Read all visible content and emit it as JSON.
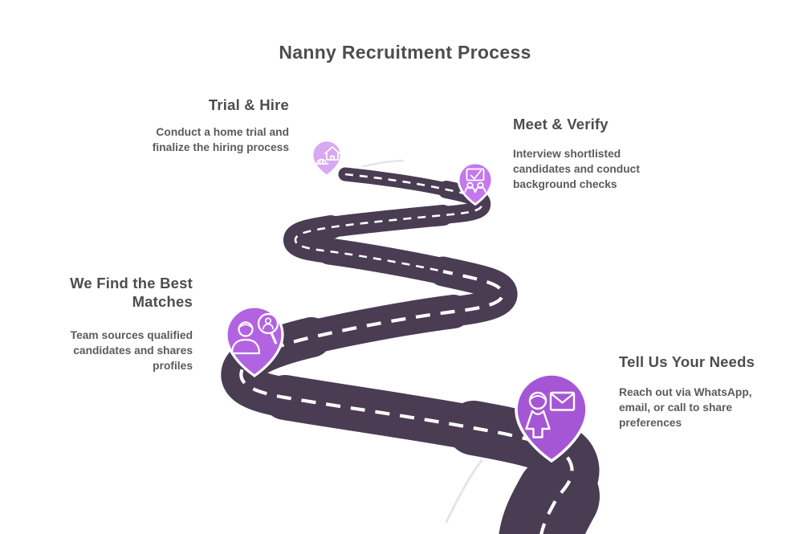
{
  "title": "Nanny Recruitment Process",
  "steps": [
    {
      "heading": "Tell Us Your Needs",
      "body": "Reach out via WhatsApp,\nemail, or call to share\npreferences",
      "pin_color": "#a556d4",
      "icon": "contact-icon"
    },
    {
      "heading": "We Find the Best\nMatches",
      "body": "Team sources qualified\ncandidates and shares\nprofiles",
      "pin_color": "#b263e2",
      "icon": "candidate-search-icon"
    },
    {
      "heading": "Meet & Verify",
      "body": "Interview shortlisted\ncandidates and conduct\nbackground checks",
      "pin_color": "#c478ec",
      "icon": "interview-check-icon"
    },
    {
      "heading": "Trial & Hire",
      "body": "Conduct a home trial and\nfinalize the hiring process",
      "pin_color": "#d8a8f2",
      "icon": "home-trial-icon"
    }
  ],
  "road": {
    "color": "#4a3c52",
    "edge_color": "#ffffff",
    "dash_color": "#ffffff",
    "flourish_color": "#e6e3ea"
  },
  "text_colors": {
    "title": "#4d4d4d",
    "heading": "#4d4d4d",
    "body": "#5b5b5b"
  }
}
